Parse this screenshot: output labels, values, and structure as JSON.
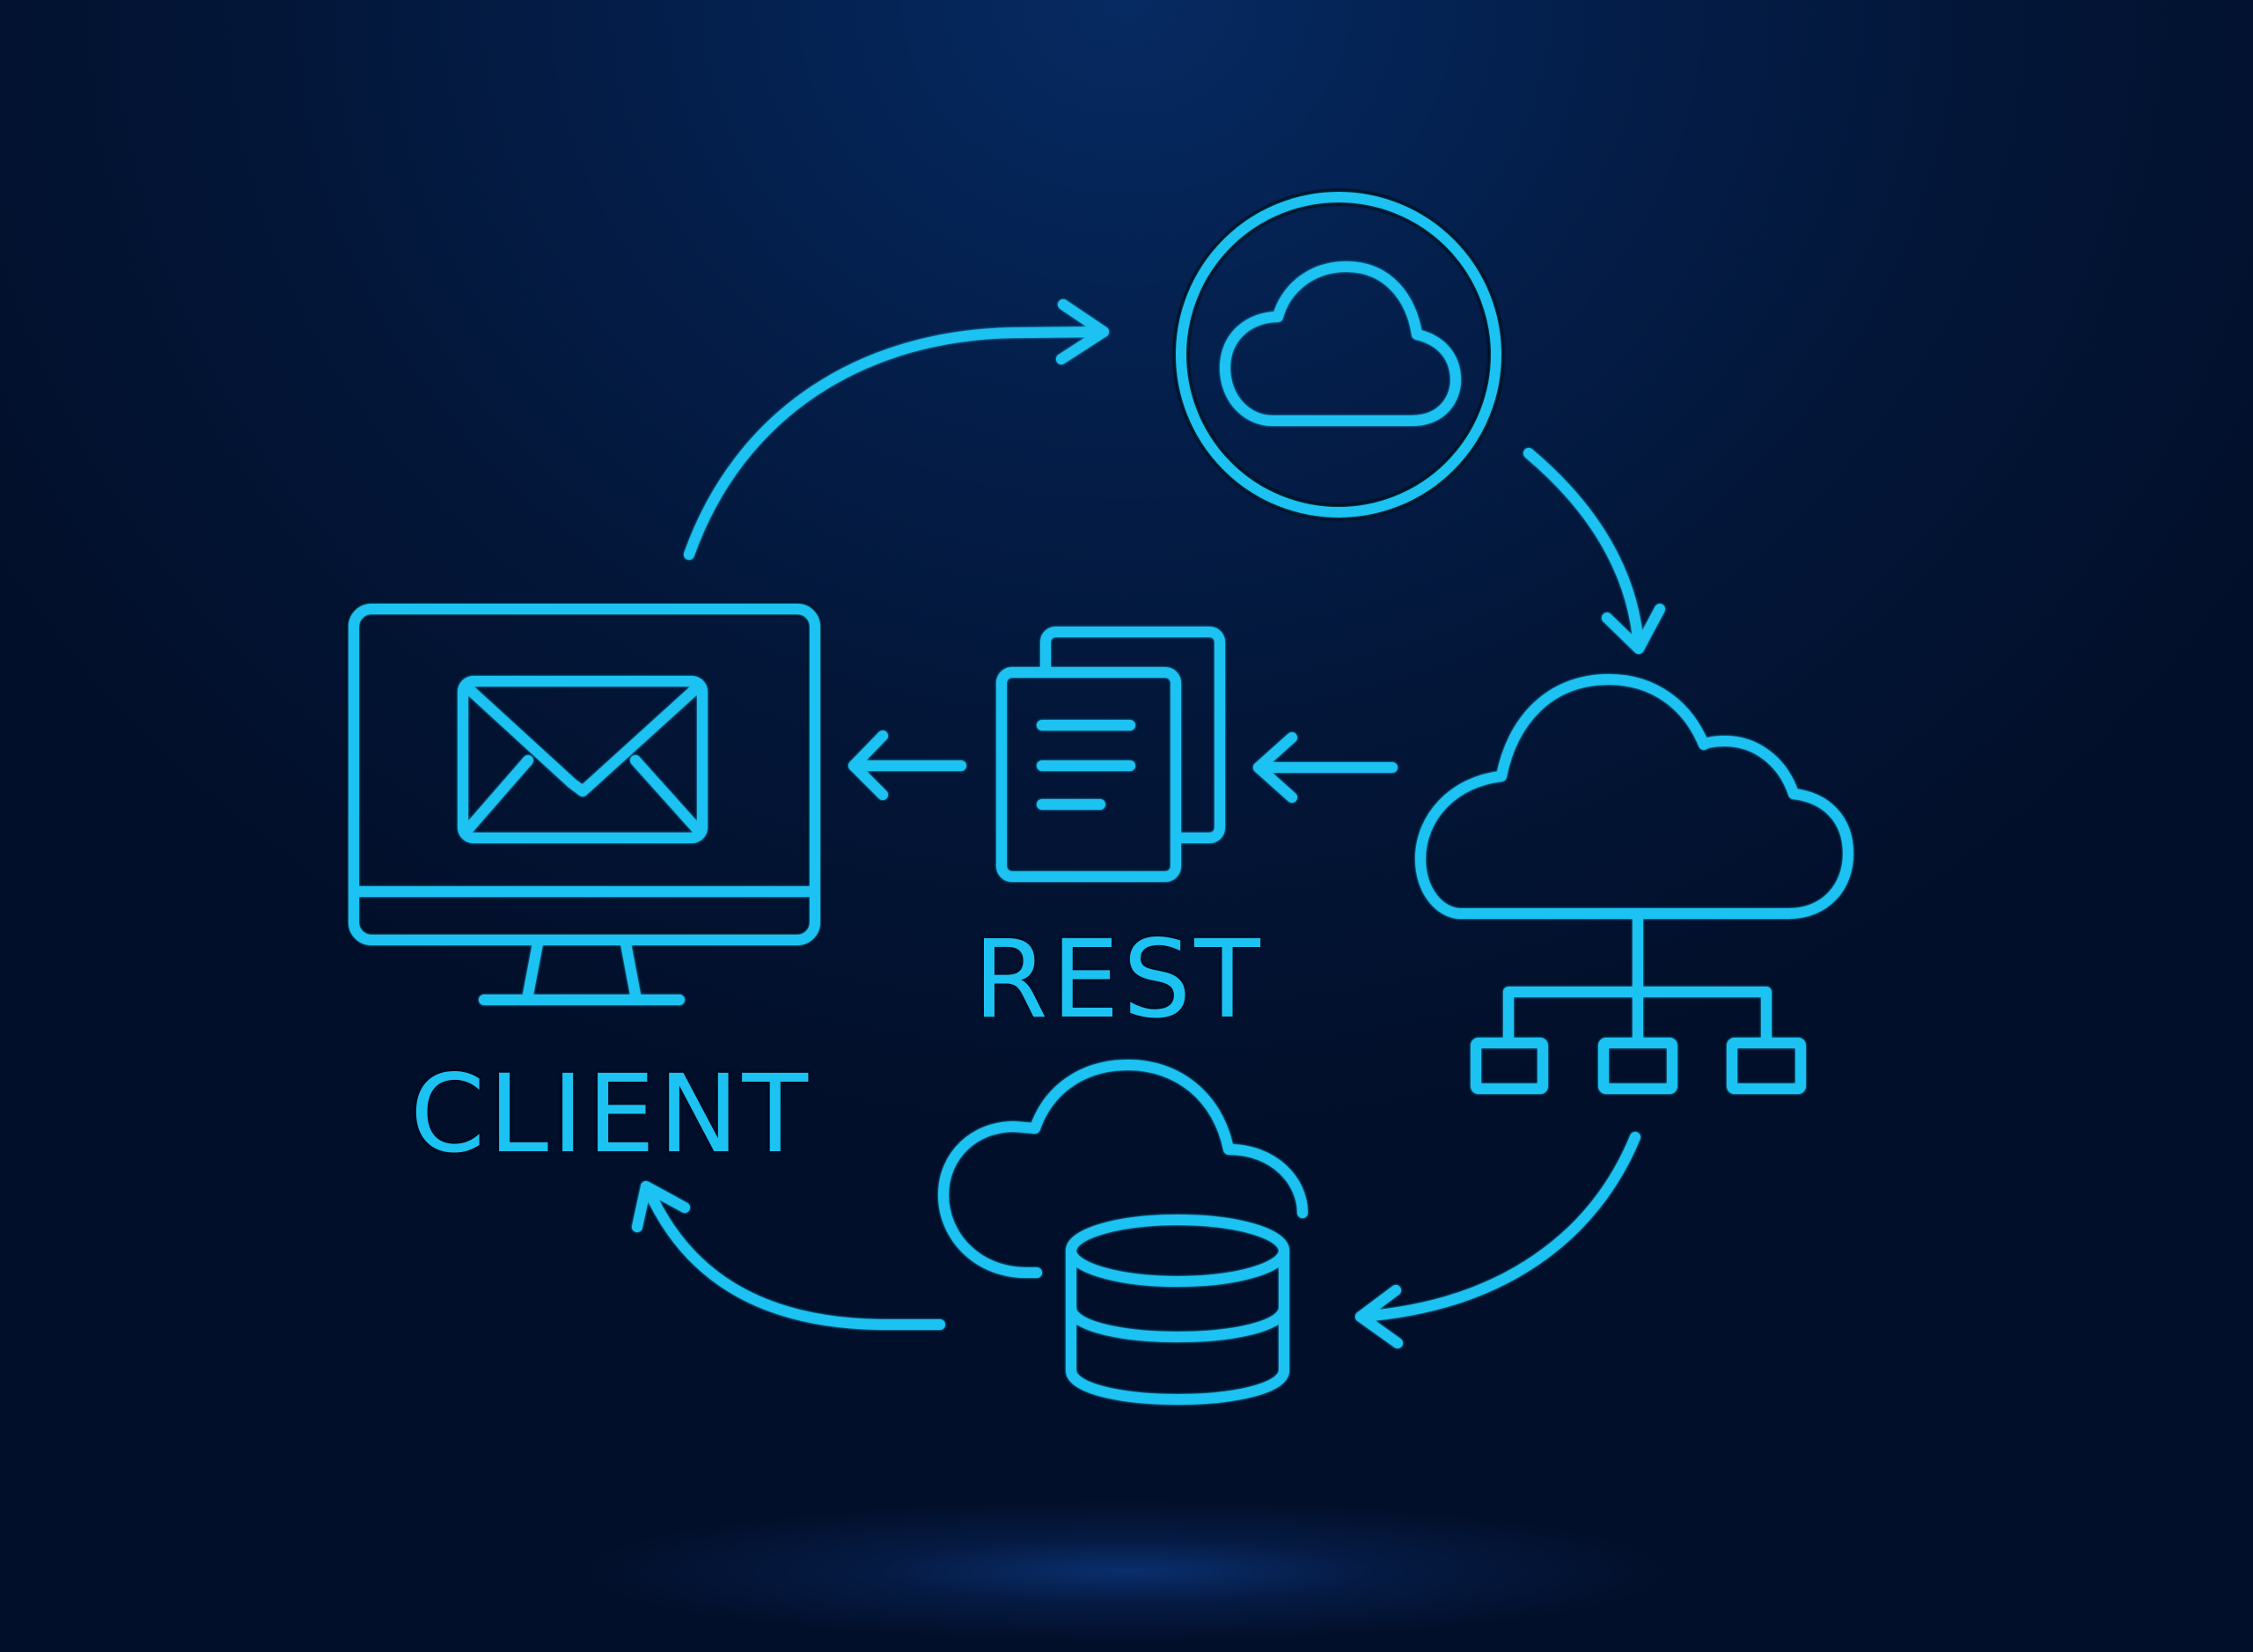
{
  "diagram": {
    "title": "REST API client-cloud cycle",
    "colors": {
      "accent": "#1cc3f2",
      "background_top": "#062a62",
      "background_edge": "#020f2a",
      "glow": "#0a3070"
    },
    "labels": {
      "client": "CLIENT",
      "rest": "REST"
    },
    "nodes": [
      {
        "id": "client",
        "icon": "monitor-with-envelope-icon",
        "label": "CLIENT"
      },
      {
        "id": "cloud-circle",
        "icon": "cloud-in-circle-icon"
      },
      {
        "id": "cloud-network",
        "icon": "cloud-network-hierarchy-icon"
      },
      {
        "id": "cloud-database",
        "icon": "cloud-database-icon"
      },
      {
        "id": "rest-documents",
        "icon": "document-stack-icon",
        "label": "REST"
      }
    ],
    "edges": [
      {
        "from": "client",
        "to": "cloud-circle",
        "style": "curved-arrow"
      },
      {
        "from": "cloud-circle",
        "to": "cloud-network",
        "style": "curved-arrow"
      },
      {
        "from": "cloud-network",
        "to": "cloud-database",
        "style": "curved-arrow"
      },
      {
        "from": "cloud-database",
        "to": "client",
        "style": "curved-arrow"
      },
      {
        "from": "cloud-network",
        "to": "rest-documents",
        "style": "straight-arrow"
      },
      {
        "from": "rest-documents",
        "to": "client",
        "style": "straight-arrow"
      }
    ]
  }
}
